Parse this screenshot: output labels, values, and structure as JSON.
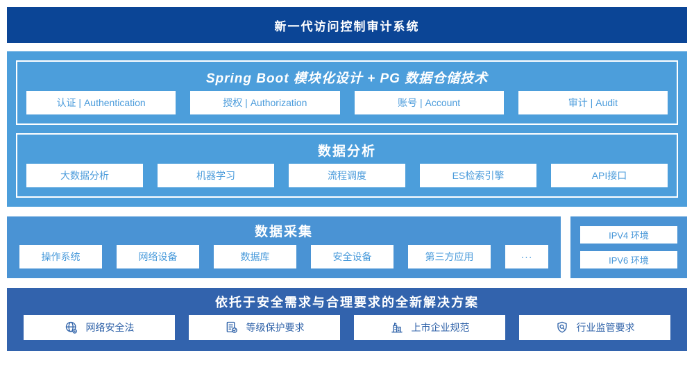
{
  "banner": {
    "title": "新一代访问控制审计系统"
  },
  "platform": {
    "spring": {
      "title": "Spring Boot 模块化设计 + PG 数据仓储技术",
      "items": [
        "认证 | Authentication",
        "授权 | Authorization",
        "账号 | Account",
        "审计 | Audit"
      ]
    },
    "analysis": {
      "title": "数据分析",
      "items": [
        "大数据分析",
        "机器学习",
        "流程调度",
        "ES检索引擎",
        "API接口"
      ]
    }
  },
  "collection": {
    "title": "数据采集",
    "items": [
      "操作系统",
      "网络设备",
      "数据库",
      "安全设备",
      "第三方应用",
      "···"
    ]
  },
  "environments": {
    "items": [
      "IPV4 环境",
      "IPV6 环境"
    ]
  },
  "solution": {
    "title": "依托于安全需求与合理要求的全新解决方案",
    "items": [
      {
        "icon": "globe-icon",
        "label": "网络安全法"
      },
      {
        "icon": "document-check-icon",
        "label": "等级保护要求"
      },
      {
        "icon": "building-icon",
        "label": "上市企业规范"
      },
      {
        "icon": "shield-search-icon",
        "label": "行业监管要求"
      }
    ]
  },
  "colors": {
    "banner_bg": "#0b4596",
    "platform_bg": "#4c9edb",
    "collection_bg": "#4a93d4",
    "solution_bg": "#3263ad",
    "chip_text": "#4a9bdb",
    "solution_chip_text": "#2f62a8"
  }
}
